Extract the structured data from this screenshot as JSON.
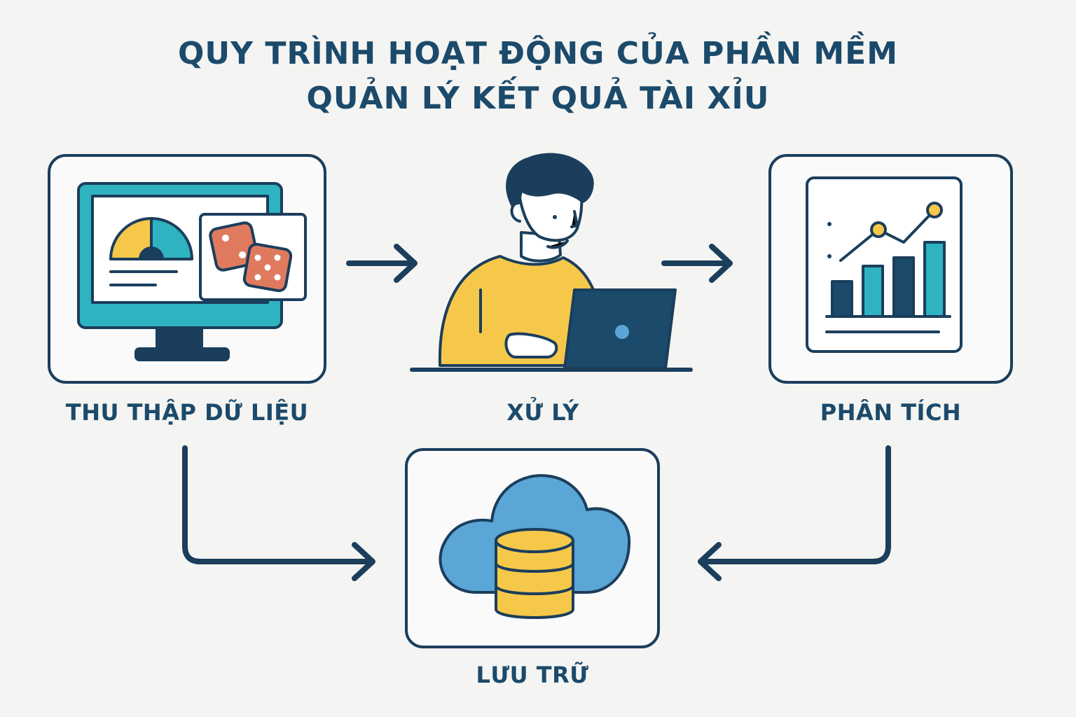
{
  "title": {
    "line1": "QUY TRÌNH HOẠT ĐỘNG CỦA PHẦN MỀM",
    "line2": "QUẢN LÝ KẾT QUẢ TÀI XỈU"
  },
  "steps": {
    "collect": {
      "label": "THU THẬP DỮ LIỆU",
      "icon": "monitor-dice-icon"
    },
    "process": {
      "label": "XỬ LÝ",
      "icon": "person-laptop-icon"
    },
    "analyze": {
      "label": "PHÂN TÍCH",
      "icon": "bar-line-chart-icon"
    },
    "store": {
      "label": "LƯU TRỮ",
      "icon": "cloud-database-icon"
    }
  },
  "colors": {
    "outline": "#1b3e5c",
    "title": "#1b4a6b",
    "teal": "#2fb3c0",
    "yellow": "#f6c84a",
    "dice": "#e07a5f",
    "cloud": "#5aa6d6",
    "background": "#f4f4f2"
  }
}
